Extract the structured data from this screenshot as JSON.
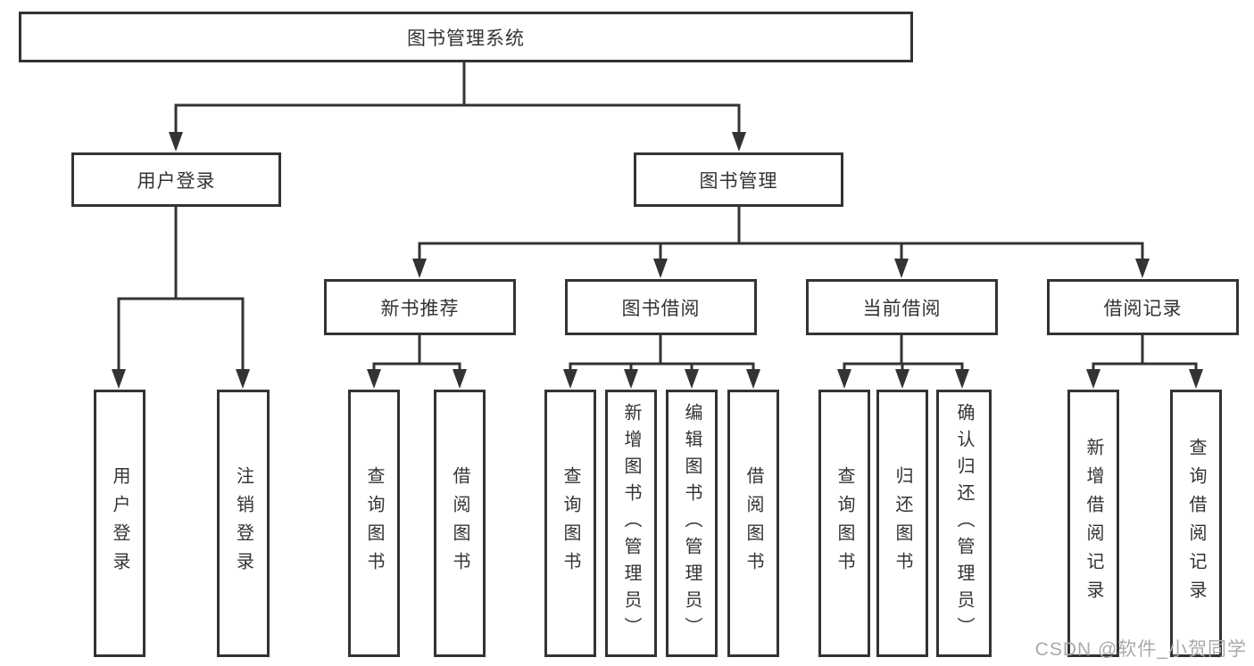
{
  "diagram": {
    "root": {
      "label": "图书管理系统"
    },
    "branches": [
      {
        "label": "用户登录",
        "children": [
          {
            "label": "用户登录"
          },
          {
            "label": "注销登录"
          }
        ]
      },
      {
        "label": "图书管理",
        "children": [
          {
            "label": "新书推荐",
            "children": [
              {
                "label": "查询图书"
              },
              {
                "label": "借阅图书"
              }
            ]
          },
          {
            "label": "图书借阅",
            "children": [
              {
                "label": "查询图书"
              },
              {
                "label": "新增图书（管理员）"
              },
              {
                "label": "编辑图书（管理员）"
              },
              {
                "label": "借阅图书"
              }
            ]
          },
          {
            "label": "当前借阅",
            "children": [
              {
                "label": "查询图书"
              },
              {
                "label": "归还图书"
              },
              {
                "label": "确认归还（管理员）"
              }
            ]
          },
          {
            "label": "借阅记录",
            "children": [
              {
                "label": "新增借阅记录"
              },
              {
                "label": "查询借阅记录"
              }
            ]
          }
        ]
      }
    ]
  },
  "watermark": {
    "text": "CSDN @软件_小贺同学"
  },
  "colors": {
    "line": "#333333",
    "box_border": "#333333",
    "box_fill": "#ffffff",
    "text": "#333333",
    "watermark": "#aaaaaa",
    "background": "#ffffff"
  }
}
